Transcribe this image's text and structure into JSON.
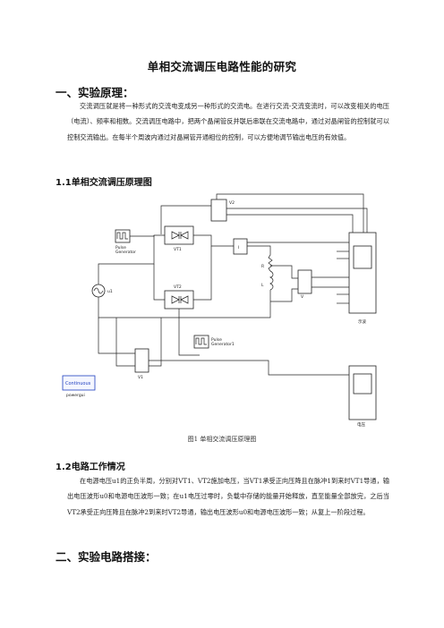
{
  "document": {
    "title": "单相交流调压电路性能的研究",
    "section1": {
      "heading": "一、实验原理：",
      "intro": "交流调压就是将一种形式的交流电变成另一种形式的交流电。在进行交流-交流变流时，可以改变相关的电压（电流）、频率和相数。交流调压电路中，把两个晶闸管反并联后串联在交流电路中，通过对晶闸管的控制就可以控制交流输出。在每半个周波内通过对晶闸管开通相位的控制，可以方便地调节输出电压的有效值。"
    },
    "section1_1": {
      "heading": "1.1单相交流调压原理图",
      "caption": "图1  单相交流调压原理图"
    },
    "section1_2": {
      "heading": "1.2电路工作情况",
      "text": "在电源电压u1的正负半周，分别对VT1、VT2施加电压，当VT1承受正向压降且在脉冲1到来时VT1导通，输出电压波形u0和电源电压波形一致；在u1电压过零时，负载中存储的能量开始释放，直至能量全部放完，之后当VT2承受正向压降且在脉冲2到来时VT2导通，输出电压波形u0和电源电压波形一致；从复上一阶段过程。"
    },
    "section2": {
      "heading": "二、实验电路搭接："
    }
  },
  "diagram": {
    "labels": {
      "pulse1": "Pulse Generator",
      "pulse1_l1": "Pulse",
      "pulse1_l2": "Generator",
      "vt1": "VT1",
      "vt2": "VT2",
      "i": "I",
      "v": "V",
      "u1": "u1",
      "v1": "V1",
      "v2": "V2",
      "r": "R",
      "l": "L",
      "pulse2_l1": "Pulse",
      "pulse2_l2": "Generator1",
      "scope1": "示波",
      "scope2": "电压",
      "continuous": "Continuous",
      "powergui": "powergui"
    },
    "colors": {
      "accent": "#1f3fbf",
      "line": "#222222"
    }
  }
}
